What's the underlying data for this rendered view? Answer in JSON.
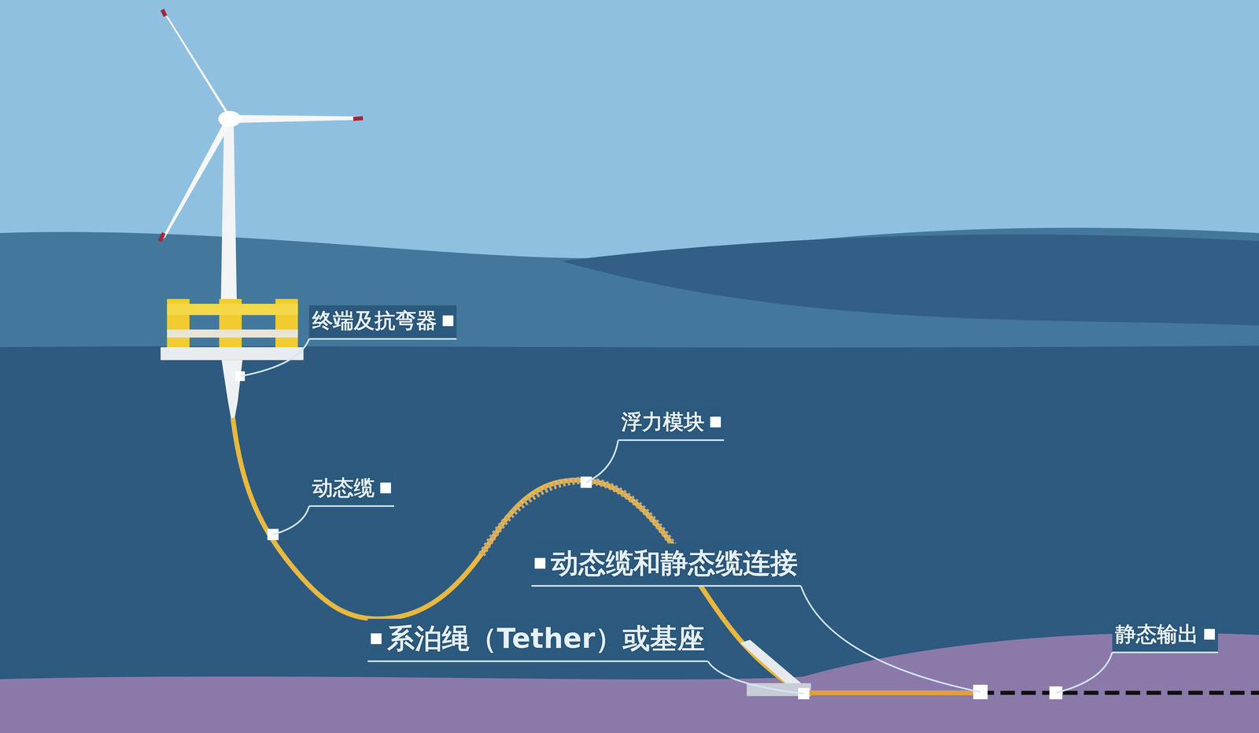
{
  "diagram": {
    "labels": [
      "终端及抗弯器",
      "浮力模块",
      "动态缆",
      "动态缆和静态缆连接",
      "系泊绳（Tether）或基座",
      "静态输出"
    ]
  }
}
